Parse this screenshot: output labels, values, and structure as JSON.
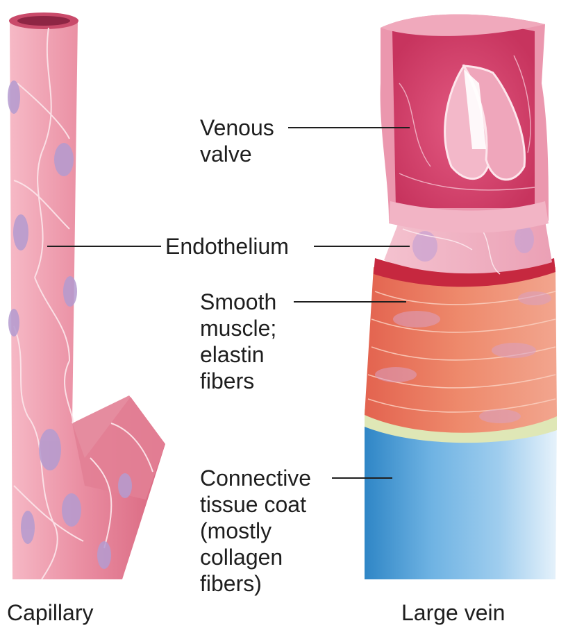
{
  "figure": {
    "captions": {
      "left": "Capillary",
      "right": "Large vein"
    },
    "labels": {
      "venous_valve": "Venous\nvalve",
      "endothelium": "Endothelium",
      "smooth_muscle": "Smooth\nmuscle;\nelastin\nfibers",
      "connective_tissue": "Connective\ntissue coat\n(mostly\ncollagen\nfibers)"
    },
    "colors": {
      "capillary_pink": "#e8879b",
      "endothelium_light_pink": "#f2b8c6",
      "valve_magenta": "#d33e68",
      "smooth_muscle_orange": "#e8775f",
      "elastic_band_red": "#c6283f",
      "connective_band_cream": "#dfe7b6",
      "connective_tissue_blue": "#4a9bd4",
      "nucleus_lavender": "#b89ed2"
    }
  }
}
